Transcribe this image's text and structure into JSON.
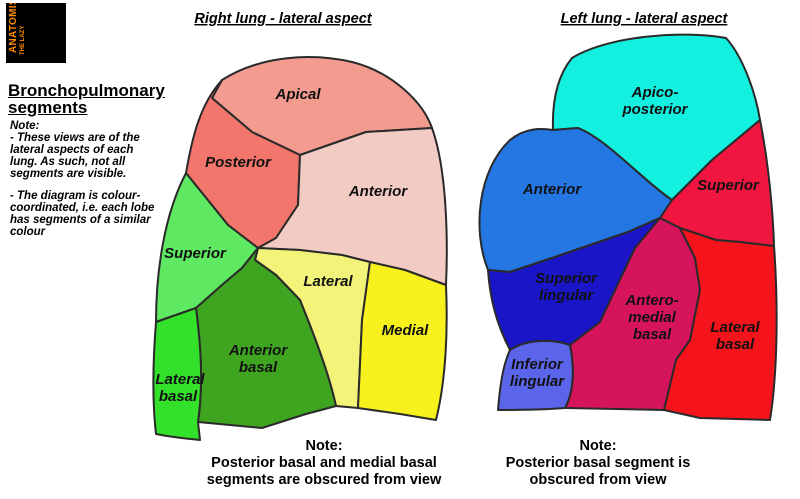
{
  "logo": {
    "text": "ANATOMIST",
    "sub": "THE LAZY"
  },
  "heading": "Bronchopulmonary segments",
  "side_note": {
    "title": "Note:",
    "line1": "- These views are of the lateral aspects of each lung. As such, not all segments are visible.",
    "line2": "- The diagram is colour-coordinated, i.e. each lobe has segments of a similar colour"
  },
  "right_lung": {
    "title": "Right lung - lateral aspect",
    "segments": {
      "apical": {
        "label": "Apical",
        "color": "#f39b8f"
      },
      "posterior": {
        "label": "Posterior",
        "color": "#f2766c"
      },
      "anterior": {
        "label": "Anterior",
        "color": "#f2cbc4"
      },
      "superior": {
        "label": "Superior",
        "color": "#5fe861"
      },
      "lateral": {
        "label": "Lateral",
        "color": "#f3f37a"
      },
      "medial": {
        "label": "Medial",
        "color": "#f7f21e"
      },
      "anterior_basal": {
        "label1": "Anterior",
        "label2": "basal",
        "color": "#3fa521"
      },
      "lateral_basal": {
        "label1": "Lateral",
        "label2": "basal",
        "color": "#33e12a"
      }
    },
    "note_title": "Note:",
    "note_line1": "Posterior basal and medial basal",
    "note_line2": "segments are obscured from view"
  },
  "left_lung": {
    "title": "Left lung - lateral aspect",
    "segments": {
      "apicoposterior": {
        "label1": "Apico-",
        "label2": "posterior",
        "color": "#14f0df"
      },
      "anterior": {
        "label": "Anterior",
        "color": "#2476e3"
      },
      "superior": {
        "label": "Superior",
        "color": "#f0163f"
      },
      "superior_lingular": {
        "label1": "Superior",
        "label2": "lingular",
        "color": "#1a15c6"
      },
      "anteromedial_basal": {
        "label1": "Antero-",
        "label2": "medial",
        "label3": "basal",
        "color": "#d6145c"
      },
      "lateral_basal": {
        "label1": "Lateral",
        "label2": "basal",
        "color": "#f5141c"
      },
      "inferior_lingular": {
        "label1": "Inferior",
        "label2": "lingular",
        "color": "#5a65ea"
      }
    },
    "note_title": "Note:",
    "note_line1": "Posterior basal segment is",
    "note_line2": "obscured from view"
  }
}
